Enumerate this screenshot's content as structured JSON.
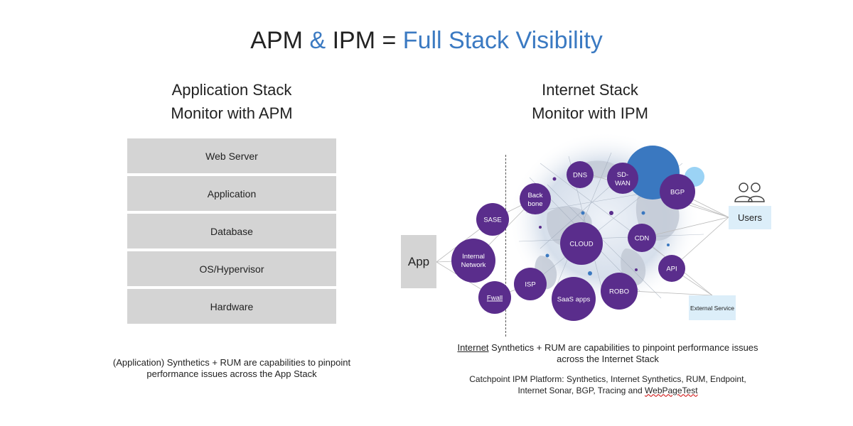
{
  "title": {
    "part1": "APM",
    "amp": "&",
    "part2": "IPM",
    "eq": "=",
    "part3": "Full Stack Visibility"
  },
  "left": {
    "heading_line1": "Application Stack",
    "heading_line2": "Monitor with APM",
    "layers": [
      "Web Server",
      "Application",
      "Database",
      "OS/Hypervisor",
      "Hardware"
    ],
    "caption_line1": "(Application) Synthetics + RUM are capabilities to pinpoint",
    "caption_line2": "performance issues across the App Stack"
  },
  "right": {
    "heading_line1": "Internet Stack",
    "heading_line2": "Monitor with IPM",
    "app_label": "App",
    "users_label": "Users",
    "external_label": "External Service",
    "nodes": [
      "SASE",
      "Internal Network",
      "Fwall",
      "ISP",
      "Back bone",
      "DNS",
      "SD-WAN",
      "BGP",
      "CLOUD",
      "CDN",
      "API",
      "SaaS apps",
      "ROBO"
    ],
    "caption1_word": "Internet",
    "caption1_rest": " Synthetics + RUM are capabilities to pinpoint performance issues",
    "caption1_line2": "across the Internet Stack",
    "caption2_line1": "Catchpoint IPM Platform: Synthetics, Internet Synthetics, RUM, Endpoint,",
    "caption2_line2_a": "Internet Sonar, BGP, Tracing and ",
    "caption2_line2_b": "WebPageTest"
  },
  "colors": {
    "node": "#5a2d8c",
    "accent_blue": "#3b7ac2",
    "bubble_dark": "#3a78c0",
    "bubble_light": "#9bd3f5",
    "box_grey": "#d4d4d4",
    "box_light_blue": "#dceef9"
  }
}
